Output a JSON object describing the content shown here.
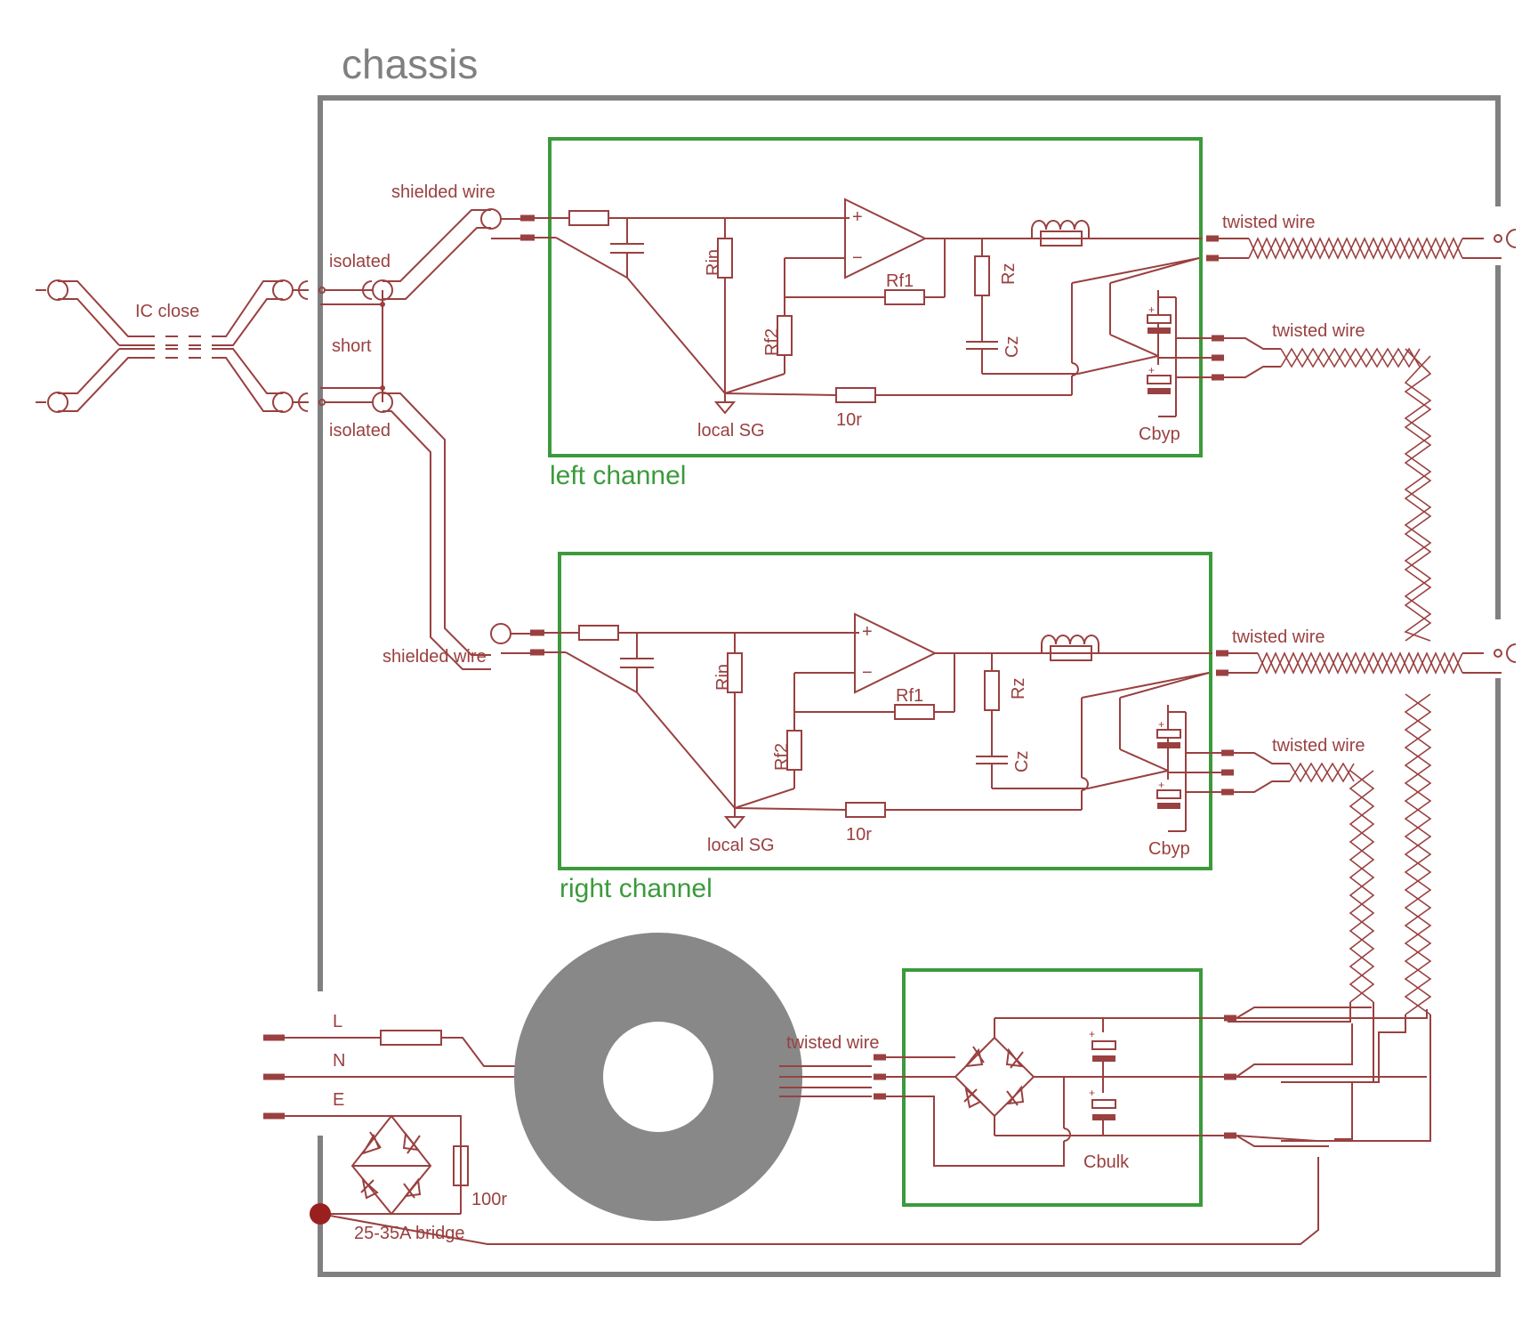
{
  "colors": {
    "wire": "#9a4040",
    "chassis": "#808080",
    "channel_box": "#3c9a3c",
    "transformer": "#888888"
  },
  "labels": {
    "chassis": "chassis",
    "ic_close": "IC close",
    "isolated": "isolated",
    "short": "short",
    "shielded_wire": "shielded wire",
    "twisted_wire": "twisted wire",
    "local_sg": "local SG",
    "cbyp": "Cbyp",
    "r10": "10r",
    "rin": "Rin",
    "rf1": "Rf1",
    "rf2": "Rf2",
    "rz": "Rz",
    "cz": "Cz",
    "plus": "+",
    "minus": "−",
    "left_channel": "left channel",
    "right_channel": "right channel",
    "mains_l": "L",
    "mains_n": "N",
    "mains_e": "E",
    "r100": "100r",
    "bridge": "25-35A bridge",
    "cbulk": "Cbulk"
  }
}
